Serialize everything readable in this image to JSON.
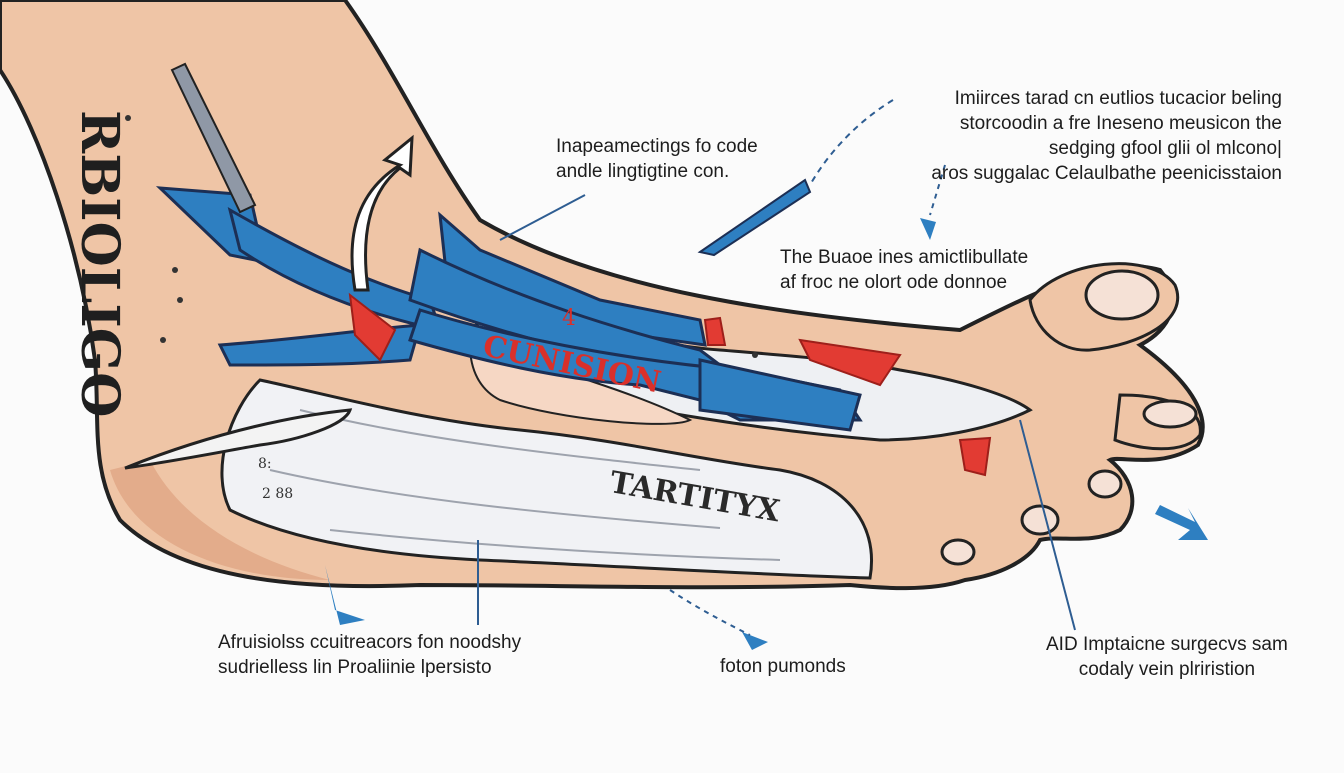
{
  "diagram": {
    "side_text": "RBIOLIGO",
    "side_small_marks": [
      "o",
      "o",
      "o",
      "o",
      "o"
    ],
    "inner_red_label": "CUNISION",
    "inner_red_small": "4",
    "inner_dark_label": "TARTITYX",
    "inner_small_marks": [
      "8:",
      "2 88"
    ]
  },
  "annotations": {
    "top_center": [
      "Inapeamectings fo code",
      "andle lingtigtine con."
    ],
    "top_right": [
      "Imiirces tarad cn eutlios tucacior beling",
      "storcoodin a fre Ineseno meusicon the",
      "sedging gfool glii ol mlcono|",
      "aros suggalac Celaulbathe peenicisstaion"
    ],
    "mid_right": [
      "The Buaoe ines amictlibullate",
      "af froc ne olort ode donnoe"
    ],
    "bottom_left": [
      "Afruisiolss ccuitreacors fon noodshy",
      "sudrielless lin Proaliinie lpersisto"
    ],
    "bottom_center": [
      "foton pumonds"
    ],
    "bottom_right": [
      "AID Imptaicne surgecvs sam",
      "codaly vein plriristion"
    ]
  },
  "colors": {
    "skin": "#efc5a6",
    "skin_shadow": "#e0a887",
    "outline": "#222222",
    "blue": "#2e7fc1",
    "red": "#e23b33",
    "bandage": "#f2f2f4",
    "bandage_shadow": "#d6d8de"
  }
}
